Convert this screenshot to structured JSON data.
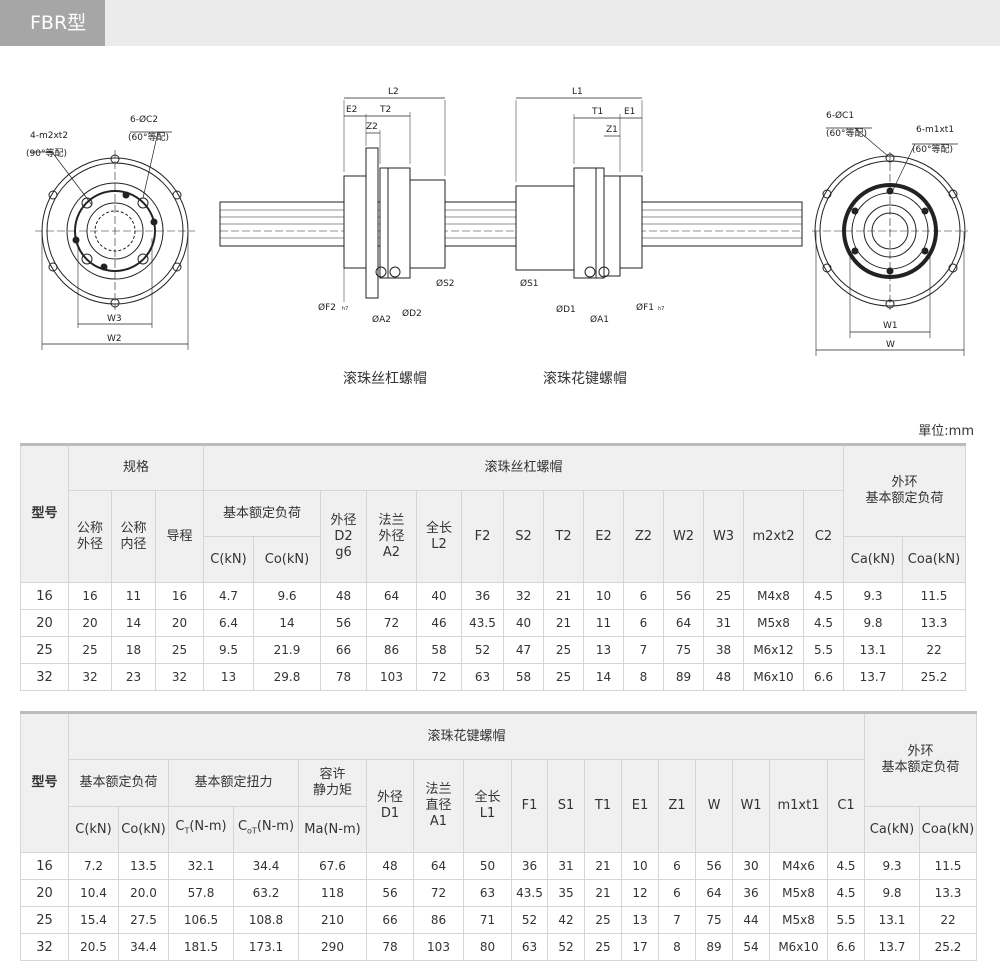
{
  "header": {
    "title": "FBR型"
  },
  "drawing": {
    "left_view": {
      "label_hole": "4-m2xt2",
      "label_hole_note": "(90°等配)",
      "label_pcd": "6-ØC2",
      "label_pcd_note": "(60°等配)",
      "dim_inner": "W3",
      "dim_outer": "W2"
    },
    "right_view": {
      "label_pcd": "6-ØC1",
      "label_pcd_note": "(60°等配)",
      "label_hole": "6-m1xt1",
      "label_hole_note": "(60°等配)",
      "dim_inner": "W1",
      "dim_outer": "W"
    },
    "screw_nut": {
      "L2": "L2",
      "E2": "E2",
      "T2": "T2",
      "Z2": "Z2",
      "F2": "ØF2",
      "F2_tol": "h7",
      "A2": "ØA2",
      "D2": "ØD2",
      "S2": "ØS2"
    },
    "spline_nut": {
      "L1": "L1",
      "T1": "T1",
      "E1": "E1",
      "Z1": "Z1",
      "S1": "ØS1",
      "D1": "ØD1",
      "A1": "ØA1",
      "F1": "ØF1",
      "F1_tol": "h7"
    }
  },
  "captions": {
    "screw": "滚珠丝杠螺帽",
    "spline": "滚珠花键螺帽"
  },
  "unit": "單位:mm",
  "table1": {
    "model": "型号",
    "group_spec": "规格",
    "group_screw": "滚珠丝杠螺帽",
    "group_outer_1": "外环",
    "group_outer_2": "基本额定负荷",
    "spec_od_1": "公称",
    "spec_od_2": "外径",
    "spec_id_1": "公称",
    "spec_id_2": "内径",
    "spec_lead": "导程",
    "load_group": "基本额定负荷",
    "c": "C(kN)",
    "co": "Co(kN)",
    "d2_1": "外径",
    "d2_2": "D2",
    "d2_3": "g6",
    "a2_1": "法兰",
    "a2_2": "外径",
    "a2_3": "A2",
    "l2_1": "全长",
    "l2_2": "L2",
    "f2": "F2",
    "s2": "S2",
    "t2": "T2",
    "e2": "E2",
    "z2": "Z2",
    "w2": "W2",
    "w3": "W3",
    "m2": "m2xt2",
    "c2": "C2",
    "ca": "Ca(kN)",
    "coa": "Coa(kN)",
    "rows": [
      [
        "16",
        "16",
        "11",
        "16",
        "4.7",
        "9.6",
        "48",
        "64",
        "40",
        "36",
        "32",
        "21",
        "10",
        "6",
        "56",
        "25",
        "M4x8",
        "4.5",
        "9.3",
        "11.5"
      ],
      [
        "20",
        "20",
        "14",
        "20",
        "6.4",
        "14",
        "56",
        "72",
        "46",
        "43.5",
        "40",
        "21",
        "11",
        "6",
        "64",
        "31",
        "M5x8",
        "4.5",
        "9.8",
        "13.3"
      ],
      [
        "25",
        "25",
        "18",
        "25",
        "9.5",
        "21.9",
        "66",
        "86",
        "58",
        "52",
        "47",
        "25",
        "13",
        "7",
        "75",
        "38",
        "M6x12",
        "5.5",
        "13.1",
        "22"
      ],
      [
        "32",
        "32",
        "23",
        "32",
        "13",
        "29.8",
        "78",
        "103",
        "72",
        "63",
        "58",
        "25",
        "14",
        "8",
        "89",
        "48",
        "M6x10",
        "6.6",
        "13.7",
        "25.2"
      ]
    ]
  },
  "table2": {
    "model": "型号",
    "group_spline": "滚珠花键螺帽",
    "group_outer_1": "外环",
    "group_outer_2": "基本额定负荷",
    "load_group": "基本额定负荷",
    "torque_group": "基本额定扭力",
    "allow_1": "容许",
    "allow_2": "静力矩",
    "c": "C(kN)",
    "co": "Co(kN)",
    "ct_pre": "C",
    "ct_sub": "T",
    "ct_post": "(N-m)",
    "cot_pre": "C",
    "cot_sub": "oT",
    "cot_post": "(N-m)",
    "ma": "Ma(N-m)",
    "d1_1": "外径",
    "d1_2": "D1",
    "a1_1": "法兰",
    "a1_2": "直径",
    "a1_3": "A1",
    "l1_1": "全长",
    "l1_2": "L1",
    "f1": "F1",
    "s1": "S1",
    "t1": "T1",
    "e1": "E1",
    "z1": "Z1",
    "w": "W",
    "w1": "W1",
    "m1": "m1xt1",
    "c1": "C1",
    "ca": "Ca(kN)",
    "coa": "Coa(kN)",
    "rows": [
      [
        "16",
        "7.2",
        "13.5",
        "32.1",
        "34.4",
        "67.6",
        "48",
        "64",
        "50",
        "36",
        "31",
        "21",
        "10",
        "6",
        "56",
        "30",
        "M4x6",
        "4.5",
        "9.3",
        "11.5"
      ],
      [
        "20",
        "10.4",
        "20.0",
        "57.8",
        "63.2",
        "118",
        "56",
        "72",
        "63",
        "43.5",
        "35",
        "21",
        "12",
        "6",
        "64",
        "36",
        "M5x8",
        "4.5",
        "9.8",
        "13.3"
      ],
      [
        "25",
        "15.4",
        "27.5",
        "106.5",
        "108.8",
        "210",
        "66",
        "86",
        "71",
        "52",
        "42",
        "25",
        "13",
        "7",
        "75",
        "44",
        "M5x8",
        "5.5",
        "13.1",
        "22"
      ],
      [
        "32",
        "20.5",
        "34.4",
        "181.5",
        "173.1",
        "290",
        "78",
        "103",
        "80",
        "63",
        "52",
        "25",
        "17",
        "8",
        "89",
        "54",
        "M6x10",
        "6.6",
        "13.7",
        "25.2"
      ]
    ]
  }
}
